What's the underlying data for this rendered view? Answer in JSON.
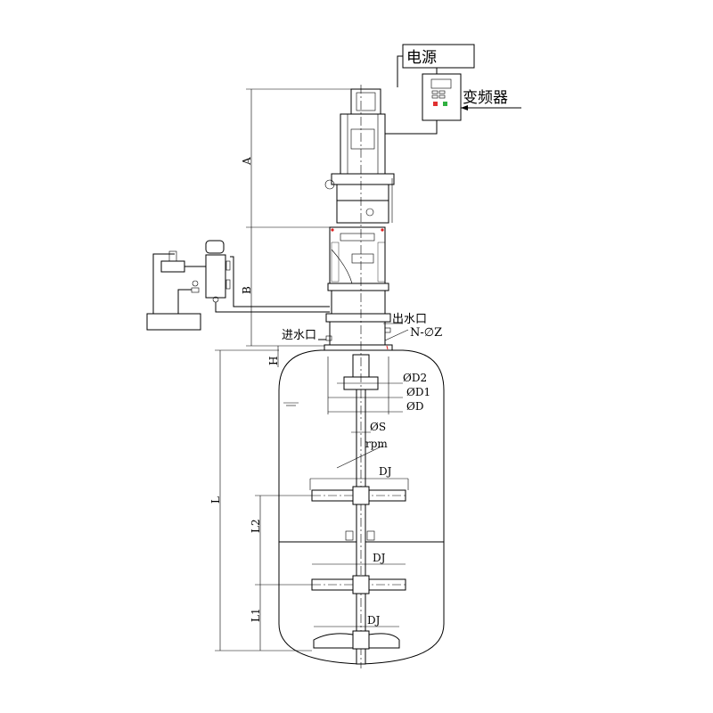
{
  "labels": {
    "power": "电源",
    "inverter": "变频器",
    "inlet": "进水口",
    "outlet": "出水口",
    "nozzle": "N-∅Z",
    "d2": "ØD2",
    "d1": "ØD1",
    "d": "ØD",
    "s": "ØS",
    "rpm": "rpm",
    "dj_top": "DJ",
    "dj_mid": "DJ",
    "dj_bottom": "DJ",
    "a": "A",
    "b": "B",
    "h": "H",
    "l": "L",
    "l1": "L1",
    "l2": "L2"
  },
  "colors": {
    "line": "#000000",
    "marker_red": "#e02020",
    "button_red": "#e03030",
    "button_green": "#30b040"
  }
}
